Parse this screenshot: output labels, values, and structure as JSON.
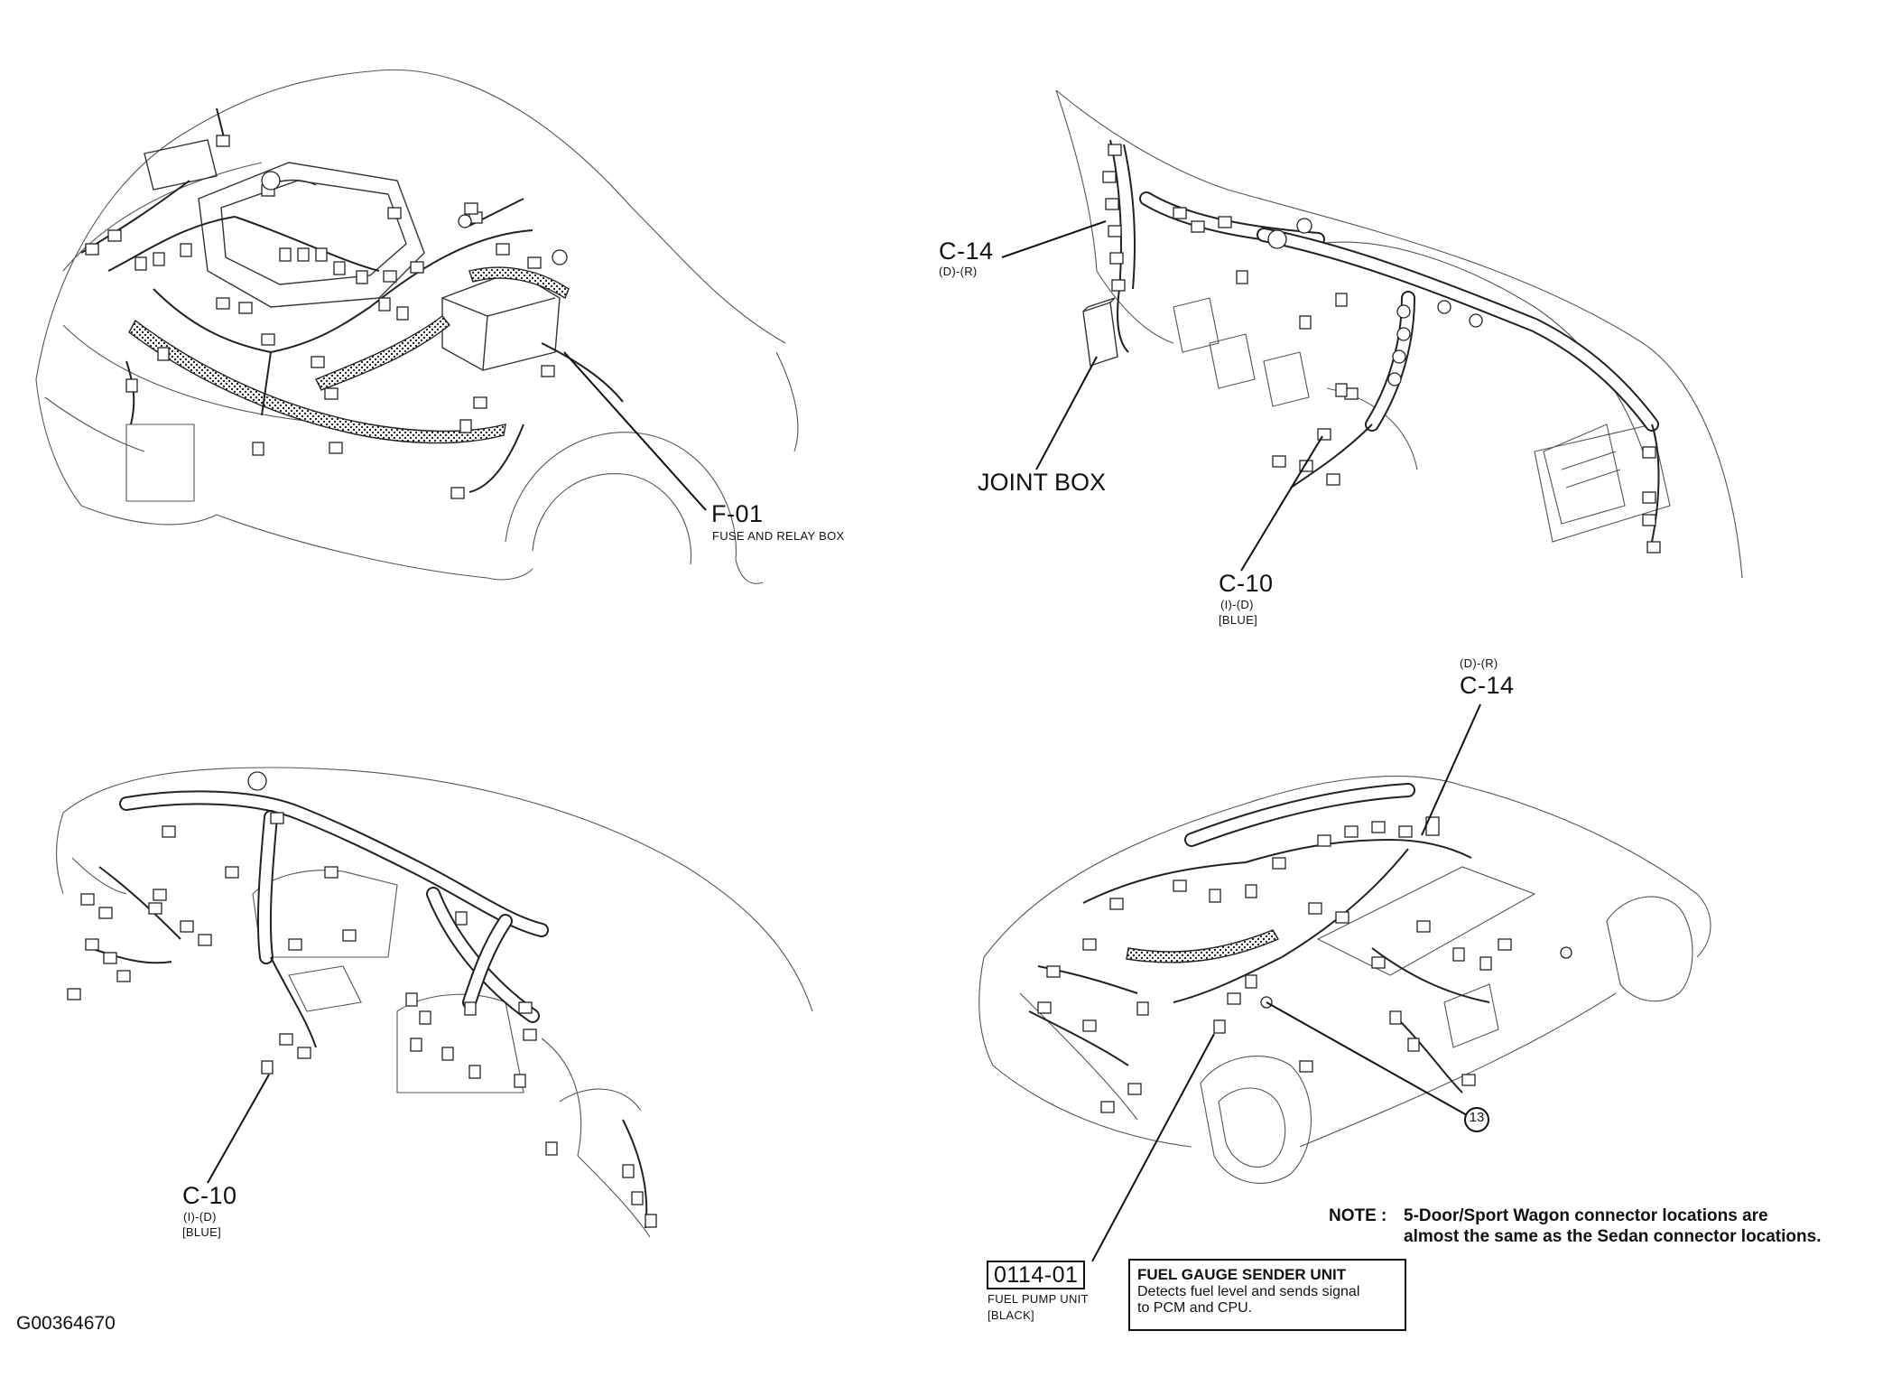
{
  "diagram": {
    "labels": {
      "f01_code": "F-01",
      "f01_name": "FUSE AND RELAY BOX",
      "c14_top_code": "C-14",
      "c14_top_sub": "(D)-(R)",
      "joint_box": "JOINT BOX",
      "c10_top_code": "C-10",
      "c10_top_sub": "(I)-(D)",
      "c10_top_color": "[BLUE]",
      "c14_car_sub": "(D)-(R)",
      "c14_car_code": "C-14",
      "c10_bottom_code": "C-10",
      "c10_bottom_sub": "(I)-(D)",
      "c10_bottom_color": "[BLUE]",
      "ground_point": "13",
      "fuel_pump_code": "0114-01",
      "fuel_pump_name": "FUEL PUMP UNIT",
      "fuel_pump_color": "[BLACK]"
    },
    "note": {
      "prefix": "NOTE :",
      "line1": "5-Door/Sport Wagon connector locations are",
      "line2": "almost the same as the Sedan connector locations."
    },
    "info_box": {
      "title": "FUEL GAUGE SENDER UNIT",
      "line1": "Detects fuel level and sends signal",
      "line2": "to PCM and CPU."
    },
    "figure_id": "G00364670"
  }
}
